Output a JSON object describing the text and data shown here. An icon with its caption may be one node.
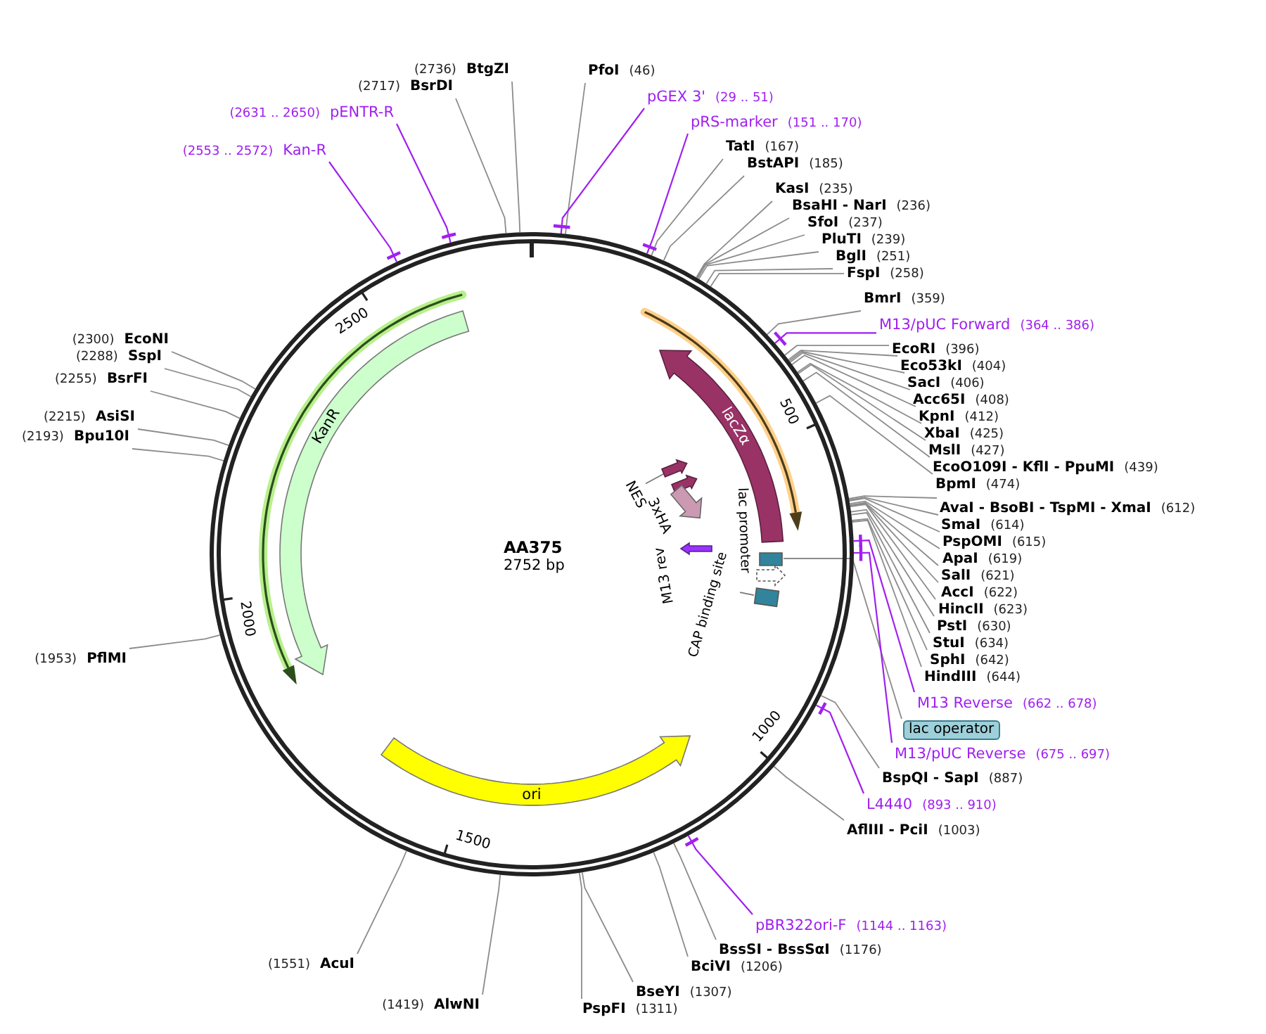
{
  "diagram": {
    "nodes": [
      {
        "text": [
          "AA375",
          "2752 bp"
        ]
      },
      {
        "text": [
          "lacZα"
        ],
        "in": 0
      },
      {
        "text": [
          "KanR"
        ],
        "in": 0
      },
      {
        "text": [
          "ori"
        ],
        "in": 0
      },
      {
        "text": [
          "NES"
        ],
        "in": 0
      },
      {
        "text": [
          "3xHA"
        ],
        "in": 0
      },
      {
        "text": [
          "M13 rev"
        ],
        "in": 0
      },
      {
        "text": [
          "lac promoter"
        ],
        "in": 0
      },
      {
        "text": [],
        "shape": "box",
        "in": 0
      },
      {
        "text": [
          "CAP binding site"
        ],
        "in": 0
      },
      {
        "text": [
          "PfoI",
          "(46)"
        ]
      },
      {
        "text": [
          "pGEX 3'",
          "(29 .. 51)"
        ]
      },
      {
        "text": [
          "pRS-marker",
          "(151 .. 170)"
        ]
      },
      {
        "text": [
          "TatI",
          "(167)"
        ]
      },
      {
        "text": [
          "BstAPI",
          "(185)"
        ]
      },
      {
        "text": [
          "KasI",
          "(235)"
        ]
      },
      {
        "text": [
          "BsaHI - NarI",
          "(236)"
        ]
      },
      {
        "text": [
          "SfoI",
          "(237)"
        ]
      },
      {
        "text": [
          "PluTI",
          "(239)"
        ]
      },
      {
        "text": [
          "BglI",
          "(251)"
        ]
      },
      {
        "text": [
          "FspI",
          "(258)"
        ]
      },
      {
        "text": [
          "BmrI",
          "(359)"
        ]
      },
      {
        "text": [
          "M13/pUC Forward",
          "(364 .. 386)"
        ]
      },
      {
        "text": [
          "EcoRI",
          "(396)"
        ]
      },
      {
        "text": [
          "Eco53kI",
          "(404)"
        ]
      },
      {
        "text": [
          "SacI",
          "(406)"
        ]
      },
      {
        "text": [
          "Acc65I",
          "(408)"
        ]
      },
      {
        "text": [
          "KpnI",
          "(412)"
        ]
      },
      {
        "text": [
          "XbaI",
          "(425)"
        ]
      },
      {
        "text": [
          "MslI",
          "(427)"
        ]
      },
      {
        "text": [
          "EcoO109I - KflI - PpuMI",
          "(439)"
        ]
      },
      {
        "text": [
          "BpmI",
          "(474)"
        ]
      },
      {
        "text": [
          "AvaI - BsoBI - TspMI - XmaI",
          "(612)"
        ]
      },
      {
        "text": [
          "SmaI",
          "(614)"
        ]
      },
      {
        "text": [
          "PspOMI",
          "(615)"
        ]
      },
      {
        "text": [
          "ApaI",
          "(619)"
        ]
      },
      {
        "text": [
          "SalI",
          "(621)"
        ]
      },
      {
        "text": [
          "AccI",
          "(622)"
        ]
      },
      {
        "text": [
          "HincII",
          "(623)"
        ]
      },
      {
        "text": [
          "PstI",
          "(630)"
        ]
      },
      {
        "text": [
          "StuI",
          "(634)"
        ]
      },
      {
        "text": [
          "SphI",
          "(642)"
        ]
      },
      {
        "text": [
          "HindIII",
          "(644)"
        ]
      },
      {
        "text": [
          "M13 Reverse",
          "(662 .. 678)"
        ]
      },
      {
        "text": [
          "lac operator"
        ]
      },
      {
        "text": [
          "M13/pUC Reverse",
          "(675 .. 697)"
        ]
      },
      {
        "text": [
          "BspQI - SapI",
          "(887)"
        ]
      },
      {
        "text": [
          "L4440",
          "(893 .. 910)"
        ]
      },
      {
        "text": [
          "AflIII - PciI",
          "(1003)"
        ]
      },
      {
        "text": [
          "pBR322ori-F",
          "(1144 .. 1163)"
        ]
      },
      {
        "text": [
          "BssSI - BssSαI",
          "(1176)"
        ]
      },
      {
        "text": [
          "BciVI",
          "(1206)"
        ]
      },
      {
        "text": [
          "BseYI",
          "(1307)"
        ]
      },
      {
        "text": [
          "PspFI",
          "(1311)"
        ]
      },
      {
        "text": [
          "(1419)",
          "AlwNI"
        ]
      },
      {
        "text": [
          "(1551)",
          "AcuI"
        ]
      },
      {
        "text": [
          "(1953)",
          "PflMI"
        ]
      },
      {
        "text": [
          "(2193)",
          "Bpu10I"
        ]
      },
      {
        "text": [
          "(2215)",
          "AsiSI"
        ]
      },
      {
        "text": [
          "(2255)",
          "BsrFI"
        ]
      },
      {
        "text": [
          "(2288)",
          "SspI"
        ]
      },
      {
        "text": [
          "(2300)",
          "EcoNI"
        ]
      },
      {
        "text": [
          "(2553 .. 2572)",
          "Kan-R"
        ]
      },
      {
        "text": [
          "(2631 .. 2650)",
          "pENTR-R"
        ]
      },
      {
        "text": [
          "(2717)",
          "BsrDI"
        ]
      },
      {
        "text": [
          "(2736)",
          "BtgZI"
        ]
      }
    ],
    "edges": [
      {
        "from": 10,
        "to": 0,
        "arrow": "none"
      },
      {
        "from": 11,
        "to": 0,
        "arrow": "none",
        "color": "#a020f0"
      },
      {
        "from": 12,
        "to": 0,
        "arrow": "none",
        "color": "#a020f0"
      },
      {
        "from": 13,
        "to": 0,
        "arrow": "none"
      },
      {
        "from": 14,
        "to": 0,
        "arrow": "none"
      },
      {
        "from": 15,
        "to": 0,
        "arrow": "none"
      },
      {
        "from": 16,
        "to": 0,
        "arrow": "none"
      },
      {
        "from": 17,
        "to": 0,
        "arrow": "none"
      },
      {
        "from": 18,
        "to": 0,
        "arrow": "none"
      },
      {
        "from": 19,
        "to": 0,
        "arrow": "none"
      },
      {
        "from": 20,
        "to": 0,
        "arrow": "none"
      },
      {
        "from": 21,
        "to": 0,
        "arrow": "none"
      },
      {
        "from": 22,
        "to": 0,
        "arrow": "none",
        "color": "#a020f0"
      },
      {
        "from": 23,
        "to": 0,
        "arrow": "none"
      },
      {
        "from": 24,
        "to": 0,
        "arrow": "none"
      },
      {
        "from": 25,
        "to": 0,
        "arrow": "none"
      },
      {
        "from": 26,
        "to": 0,
        "arrow": "none"
      },
      {
        "from": 27,
        "to": 0,
        "arrow": "none"
      },
      {
        "from": 28,
        "to": 0,
        "arrow": "none"
      },
      {
        "from": 29,
        "to": 0,
        "arrow": "none"
      },
      {
        "from": 30,
        "to": 0,
        "arrow": "none"
      },
      {
        "from": 31,
        "to": 0,
        "arrow": "none"
      },
      {
        "from": 32,
        "to": 0,
        "arrow": "none"
      },
      {
        "from": 33,
        "to": 0,
        "arrow": "none"
      },
      {
        "from": 34,
        "to": 0,
        "arrow": "none"
      },
      {
        "from": 35,
        "to": 0,
        "arrow": "none"
      },
      {
        "from": 36,
        "to": 0,
        "arrow": "none"
      },
      {
        "from": 37,
        "to": 0,
        "arrow": "none"
      },
      {
        "from": 38,
        "to": 0,
        "arrow": "none"
      },
      {
        "from": 39,
        "to": 0,
        "arrow": "none"
      },
      {
        "from": 40,
        "to": 0,
        "arrow": "none"
      },
      {
        "from": 41,
        "to": 0,
        "arrow": "none"
      },
      {
        "from": 42,
        "to": 0,
        "arrow": "none"
      },
      {
        "from": 43,
        "to": 0,
        "arrow": "none",
        "color": "#a020f0"
      },
      {
        "from": 44,
        "to": 8,
        "arrow": "none"
      },
      {
        "from": 45,
        "to": 0,
        "arrow": "none",
        "color": "#a020f0"
      },
      {
        "from": 46,
        "to": 0,
        "arrow": "none"
      },
      {
        "from": 47,
        "to": 0,
        "arrow": "none",
        "color": "#a020f0"
      },
      {
        "from": 48,
        "to": 0,
        "arrow": "none"
      },
      {
        "from": 49,
        "to": 0,
        "arrow": "none",
        "color": "#a020f0"
      },
      {
        "from": 50,
        "to": 0,
        "arrow": "none"
      },
      {
        "from": 51,
        "to": 0,
        "arrow": "none"
      },
      {
        "from": 52,
        "to": 0,
        "arrow": "none"
      },
      {
        "from": 53,
        "to": 0,
        "arrow": "none"
      },
      {
        "from": 54,
        "to": 0,
        "arrow": "none"
      },
      {
        "from": 55,
        "to": 0,
        "arrow": "none"
      },
      {
        "from": 56,
        "to": 0,
        "arrow": "none"
      },
      {
        "from": 57,
        "to": 0,
        "arrow": "none"
      },
      {
        "from": 58,
        "to": 0,
        "arrow": "none"
      },
      {
        "from": 59,
        "to": 0,
        "arrow": "none"
      },
      {
        "from": 60,
        "to": 0,
        "arrow": "none"
      },
      {
        "from": 61,
        "to": 0,
        "arrow": "none"
      },
      {
        "from": 62,
        "to": 0,
        "arrow": "none",
        "color": "#a020f0"
      },
      {
        "from": 63,
        "to": 0,
        "arrow": "none",
        "color": "#a020f0"
      },
      {
        "from": 64,
        "to": 0,
        "arrow": "none"
      },
      {
        "from": 65,
        "to": 0,
        "arrow": "none"
      }
    ],
    "labels": [
      "2500",
      "500",
      "2000",
      "1000",
      "1500"
    ]
  }
}
